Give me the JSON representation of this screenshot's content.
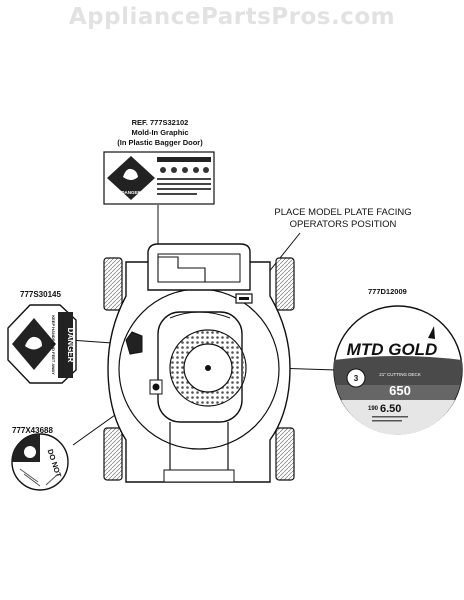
{
  "watermark": "AppliancePartsPros.com",
  "callouts": {
    "ref_line1": "REF. 777S32102",
    "ref_line2": "Mold-In Graphic",
    "ref_line3": "(In Plastic Bagger Door)",
    "place_line1": "PLACE MODEL PLATE FACING",
    "place_line2": "OPERATORS POSITION",
    "part_left": "777S30145",
    "part_bottom": "777X43688",
    "part_right": "777D12009"
  },
  "labels": {
    "danger": "DANGER",
    "keep_away": "KEEP HANDS AND FEET AWAY",
    "do_not": "DO NOT",
    "brand": "MTD GOLD",
    "deck": "21\" CUTTING DECK",
    "model": "650",
    "spec": "6.50",
    "spec_prefix": "190",
    "badge": "3"
  }
}
